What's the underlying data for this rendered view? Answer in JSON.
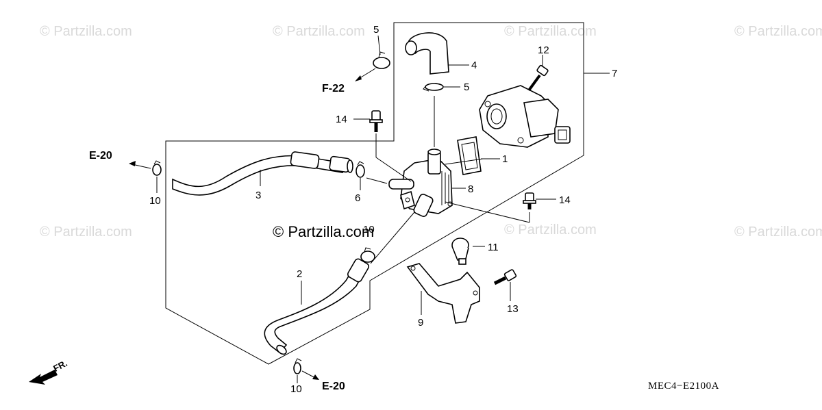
{
  "watermark": {
    "text": "© Partzilla.com"
  },
  "brand_overlay": "© Partzilla.com",
  "diagram_code": "MEC4−E2100A",
  "front_marker": "FR.",
  "references": {
    "f22": "F-22",
    "e20_left": "E-20",
    "e20_bottom": "E-20"
  },
  "callouts": {
    "c1": "1",
    "c2": "2",
    "c3": "3",
    "c4": "4",
    "c5_top": "5",
    "c5_mid": "5",
    "c6": "6",
    "c7": "7",
    "c8": "8",
    "c9": "9",
    "c10_left": "10",
    "c10_mid": "10",
    "c10_bottom": "10",
    "c11": "11",
    "c12": "12",
    "c13": "13",
    "c14_left": "14",
    "c14_right": "14"
  }
}
